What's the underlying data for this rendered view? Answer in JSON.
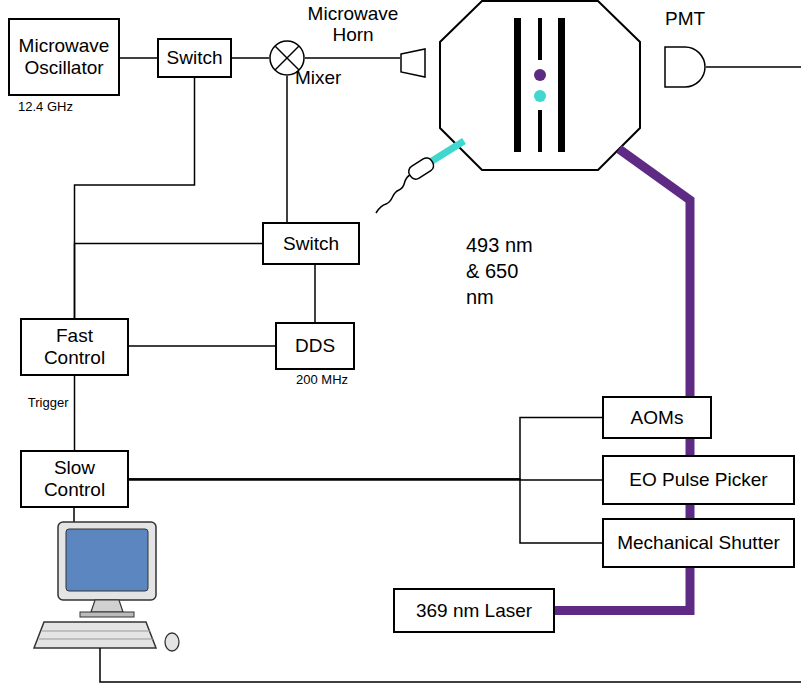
{
  "diagram": {
    "nodes": [
      {
        "text": [
          "Microwave Oscillator"
        ]
      },
      {
        "text": [
          "Switch"
        ]
      },
      {
        "text": [
          "Mixer"
        ]
      },
      {
        "text": [
          "Microwave Horn"
        ]
      },
      {
        "text": [
          "PMT"
        ]
      },
      {
        "text": [
          "Switch"
        ]
      },
      {
        "text": [
          "Fast Control"
        ]
      },
      {
        "text": [
          "DDS"
        ]
      },
      {
        "text": [
          "Slow Control"
        ]
      },
      {
        "text": [
          "AOMs"
        ]
      },
      {
        "text": [
          "EO Pulse Picker"
        ]
      },
      {
        "text": [
          "Mechanical Shutter"
        ]
      },
      {
        "text": [
          "369 nm Laser"
        ]
      }
    ],
    "edges": [
      {
        "from": 0,
        "to": 1,
        "arrow": "none"
      },
      {
        "from": 1,
        "to": 2,
        "arrow": "none"
      },
      {
        "from": 2,
        "to": 3,
        "arrow": "none"
      },
      {
        "from": 5,
        "to": 2,
        "arrow": "none"
      },
      {
        "from": 6,
        "to": 1,
        "arrow": "none"
      },
      {
        "from": 6,
        "to": 5,
        "arrow": "none"
      },
      {
        "from": 6,
        "to": 7,
        "arrow": "none"
      },
      {
        "from": 7,
        "to": 5,
        "arrow": "none"
      },
      {
        "from": 6,
        "to": 8,
        "label": "Trigger",
        "arrow": "none"
      },
      {
        "from": 8,
        "to": 9,
        "arrow": "none"
      },
      {
        "from": 8,
        "to": 10,
        "arrow": "none"
      },
      {
        "from": 8,
        "to": 11,
        "arrow": "none"
      },
      {
        "from": 12,
        "to": 11,
        "arrow": "none"
      },
      {
        "from": 11,
        "to": 10,
        "arrow": "none"
      },
      {
        "from": 10,
        "to": 9,
        "arrow": "none"
      }
    ],
    "labels": [
      "12.4 GHz",
      "200 MHz",
      "493 nm & 650 nm"
    ]
  }
}
